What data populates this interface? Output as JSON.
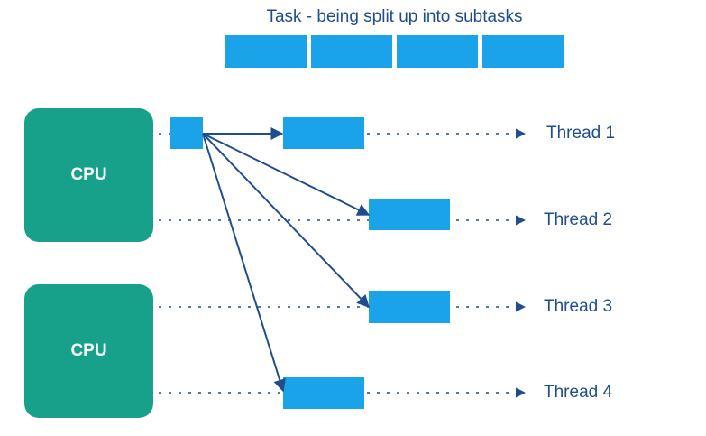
{
  "title": "Task - being split up into subtasks",
  "colors": {
    "cpu": "#17a08a",
    "block": "#1aa3e8",
    "text": "#1f4e8c",
    "arrow": "#1f4e8c"
  },
  "task_segments": 4,
  "cpus": [
    {
      "label": "CPU"
    },
    {
      "label": "CPU"
    }
  ],
  "threads": [
    {
      "label": "Thread 1"
    },
    {
      "label": "Thread 2"
    },
    {
      "label": "Thread 3"
    },
    {
      "label": "Thread 4"
    }
  ]
}
